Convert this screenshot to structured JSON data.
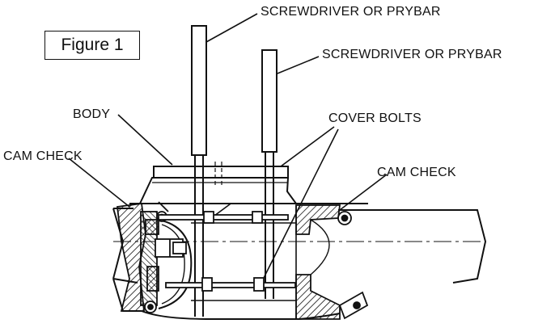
{
  "figure": {
    "title": "Figure 1"
  },
  "labels": {
    "screwdriver_1": "SCREWDRIVER OR PRYBAR",
    "screwdriver_2": "SCREWDRIVER OR PRYBAR",
    "body": "BODY",
    "cover_bolts": "COVER BOLTS",
    "cam_check_left": "CAM CHECK",
    "cam_check_right": "CAM CHECK"
  }
}
